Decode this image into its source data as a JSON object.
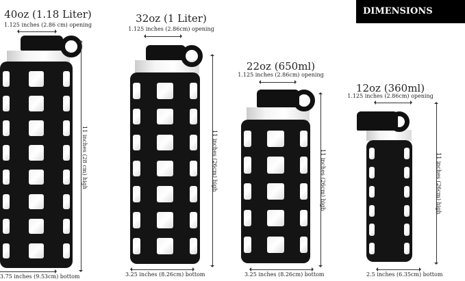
{
  "badge": "DIMENSIONS",
  "bottles": [
    {
      "size": "40oz (1.18 Liter)",
      "opening": "1.125 inches (2.86 cm) opening",
      "height": "11 inches (28 cm) high",
      "bottom": "3.75 inches (9.53cm) bottom"
    },
    {
      "size": "32oz (1 Liter)",
      "opening": "1.125 inches (2.86cm) opening",
      "height": "11 inches (26cm) high",
      "bottom": "3.25 inches (8.26cm) bottom"
    },
    {
      "size": "22oz (650ml)",
      "opening": "1.125 inches (2.86cm) opening",
      "height": "11 inches (26cm) high",
      "bottom": "3.25 inches (8.26cm) bottom"
    },
    {
      "size": "12oz (360ml)",
      "opening": "1.125 inches (2.86cm) opening",
      "height": "11 inches (26cm) high",
      "bottom": "2.5 inches (6.35cm) bottom"
    }
  ],
  "colors": {
    "sleeve": "#141414",
    "badge_bg": "#000000",
    "badge_text": "#ffffff"
  }
}
